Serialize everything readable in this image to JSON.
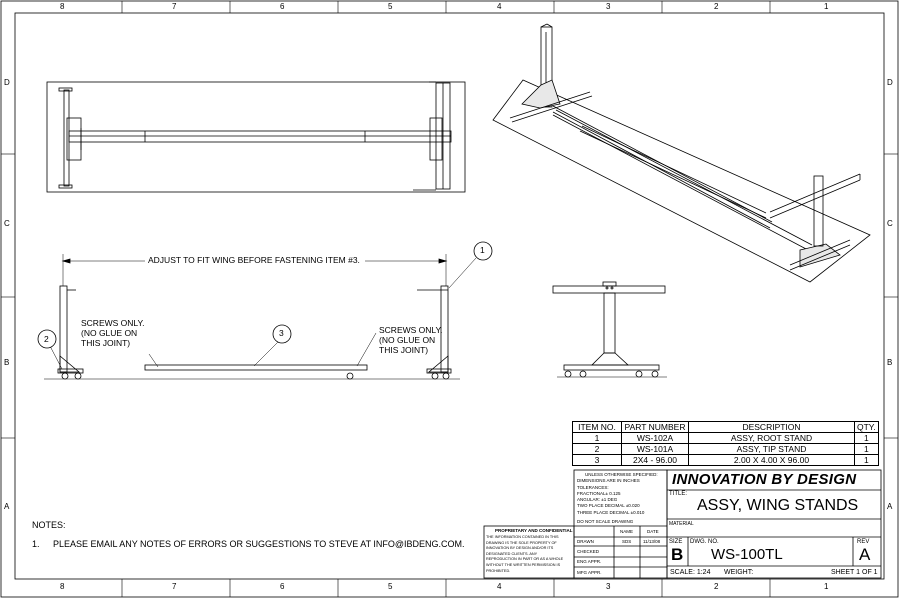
{
  "border": {
    "top_cols": [
      "8",
      "7",
      "6",
      "5",
      "4",
      "3",
      "2",
      "1"
    ],
    "bottom_cols": [
      "8",
      "7",
      "6",
      "5",
      "4",
      "3",
      "2",
      "1"
    ],
    "rows": [
      "D",
      "C",
      "B",
      "A"
    ]
  },
  "annotations": {
    "adjust_note": "ADJUST TO FIT WING BEFORE FASTENING ITEM #3.",
    "screws_left": [
      "SCREWS ONLY.",
      "(NO GLUE ON",
      "THIS JOINT)"
    ],
    "screws_right": [
      "SCREWS ONLY.",
      "(NO GLUE ON",
      "THIS JOINT)"
    ],
    "balloons": [
      "1",
      "2",
      "3"
    ]
  },
  "notes": {
    "heading": "NOTES:",
    "number": "1.",
    "text": "PLEASE EMAIL ANY NOTES OF ERRORS OR SUGGESTIONS TO STEVE AT INFO@IBDENG.COM."
  },
  "bom": {
    "headers": [
      "ITEM NO.",
      "PART NUMBER",
      "DESCRIPTION",
      "QTY."
    ],
    "rows": [
      {
        "item": "1",
        "part": "WS-102A",
        "desc": "ASSY, ROOT STAND",
        "qty": "1"
      },
      {
        "item": "2",
        "part": "WS-101A",
        "desc": "ASSY, TIP STAND",
        "qty": "1"
      },
      {
        "item": "3",
        "part": "2X4 - 96.00",
        "desc": "2.00 X 4.00 X 96.00",
        "qty": "1"
      }
    ]
  },
  "title_block": {
    "company": "INNOVATION BY DESIGN",
    "title_label": "TITLE:",
    "title": "ASSY, WING STANDS",
    "material_label": "MATERIAL",
    "size_label": "SIZE",
    "size": "B",
    "dwg_no_label": "DWG.  NO.",
    "dwg_no": "WS-100TL",
    "rev_label": "REV",
    "rev": "A",
    "scale": "SCALE: 1:24",
    "weight": "WEIGHT:",
    "sheet": "SHEET 1 OF 1",
    "tolerances": [
      "UNLESS OTHERWISE SPECIFIED:",
      "DIMENSIONS ARE IN INCHES",
      "TOLERANCES:",
      "FRACTIONAL± 0.125",
      "ANGULAR: ±1 DEG",
      "TWO PLACE DECIMAL    ±0.020",
      "THREE PLACE DECIMAL  ±0.010"
    ],
    "do_not_scale": "DO NOT SCALE DRAWING",
    "name_label": "NAME",
    "date_label": "DATE",
    "drawn_label": "DRAWN",
    "drawn_name": "SDS",
    "drawn_date": "11/13/08",
    "checked_label": "CHECKED",
    "eng_label": "ENG APPR.",
    "mfg_label": "MFG APPR.",
    "proprietary_heading": "PROPRIETARY AND CONFIDENTIAL",
    "proprietary_text": [
      "THE INFORMATION CONTAINED IN THIS",
      "DRAWING IS THE SOLE PROPERTY OF",
      "INNOVATION BY DESIGN AND/OR ITS",
      "DESIGNATED CLIENTS.  ANY",
      "REPRODUCTION IN PART OR AS A WHOLE",
      "WITHOUT THE WRITTEN PERMISSION IS",
      "PROHIBITED."
    ]
  }
}
